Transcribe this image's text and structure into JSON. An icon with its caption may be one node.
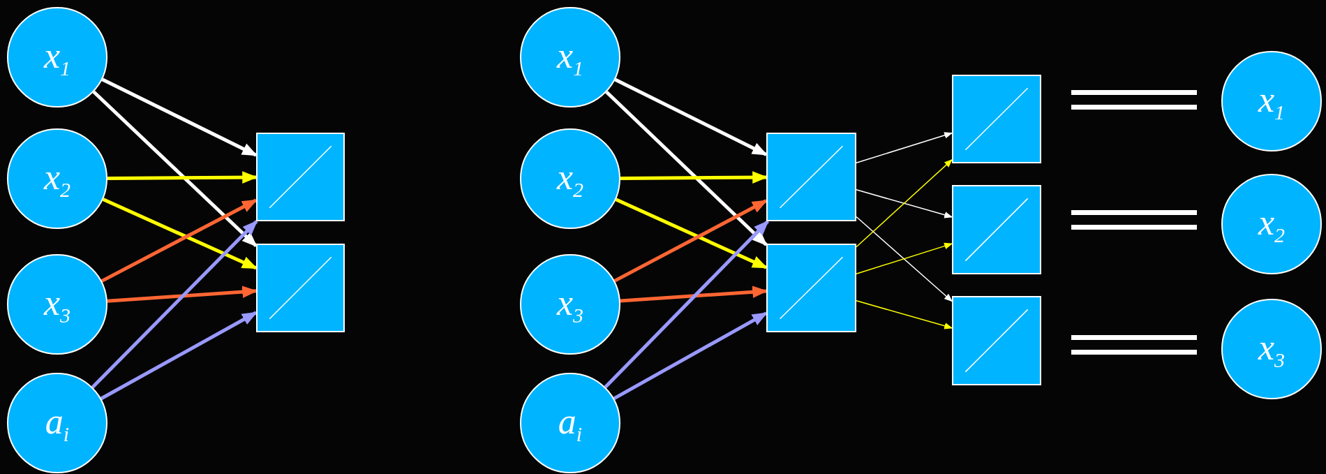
{
  "diagram": {
    "nodes": [
      {
        "text": [
          "x$_{1}$"
        ]
      },
      {
        "text": [
          "x$_{2}$"
        ]
      },
      {
        "text": [
          "x$_{3}$"
        ]
      },
      {
        "text": [
          "a$_{i}$"
        ]
      },
      {
        "text": [],
        "shape": "box"
      },
      {
        "text": [],
        "shape": "box"
      },
      {
        "text": [
          "x$_{1}$"
        ]
      },
      {
        "text": [
          "x$_{2}$"
        ]
      },
      {
        "text": [
          "x$_{3}$"
        ]
      },
      {
        "text": [
          "a$_{i}$"
        ]
      },
      {
        "text": [],
        "shape": "box"
      },
      {
        "text": [],
        "shape": "box"
      },
      {
        "text": [],
        "shape": "box"
      },
      {
        "text": [],
        "shape": "box"
      },
      {
        "text": [],
        "shape": "box"
      },
      {
        "text": [
          "x$_{1}$"
        ]
      },
      {
        "text": [
          "x$_{2}$"
        ]
      },
      {
        "text": [
          "x$_{3}$"
        ]
      }
    ],
    "edges": [
      {
        "from": 0,
        "to": 4,
        "arrow": "to",
        "color": "#ffffff"
      },
      {
        "from": 0,
        "to": 5,
        "arrow": "to",
        "color": "#ffffff"
      },
      {
        "from": 1,
        "to": 4,
        "arrow": "to",
        "color": "#ffff00"
      },
      {
        "from": 1,
        "to": 5,
        "arrow": "to",
        "color": "#ffff00"
      },
      {
        "from": 2,
        "to": 4,
        "arrow": "to",
        "color": "#ff6633"
      },
      {
        "from": 2,
        "to": 5,
        "arrow": "to",
        "color": "#ff6633"
      },
      {
        "from": 3,
        "to": 4,
        "arrow": "to",
        "color": "#9999ff"
      },
      {
        "from": 3,
        "to": 5,
        "arrow": "to",
        "color": "#9999ff"
      },
      {
        "from": 6,
        "to": 10,
        "arrow": "to",
        "color": "#ffffff"
      },
      {
        "from": 6,
        "to": 11,
        "arrow": "to",
        "color": "#ffffff"
      },
      {
        "from": 7,
        "to": 10,
        "arrow": "to",
        "color": "#ffff00"
      },
      {
        "from": 7,
        "to": 11,
        "arrow": "to",
        "color": "#ffff00"
      },
      {
        "from": 8,
        "to": 10,
        "arrow": "to",
        "color": "#ff6633"
      },
      {
        "from": 8,
        "to": 11,
        "arrow": "to",
        "color": "#ff6633"
      },
      {
        "from": 9,
        "to": 10,
        "arrow": "to",
        "color": "#9999ff"
      },
      {
        "from": 9,
        "to": 11,
        "arrow": "to",
        "color": "#9999ff"
      },
      {
        "from": 10,
        "to": 12,
        "arrow": "to",
        "color": "#ffffff"
      },
      {
        "from": 10,
        "to": 13,
        "arrow": "to",
        "color": "#ffffff"
      },
      {
        "from": 10,
        "to": 14,
        "arrow": "to",
        "color": "#ffffff"
      },
      {
        "from": 11,
        "to": 12,
        "arrow": "to",
        "color": "#ffff00"
      },
      {
        "from": 11,
        "to": 13,
        "arrow": "to",
        "color": "#ffff00"
      },
      {
        "from": 11,
        "to": 14,
        "arrow": "to",
        "color": "#ffff00"
      }
    ]
  }
}
